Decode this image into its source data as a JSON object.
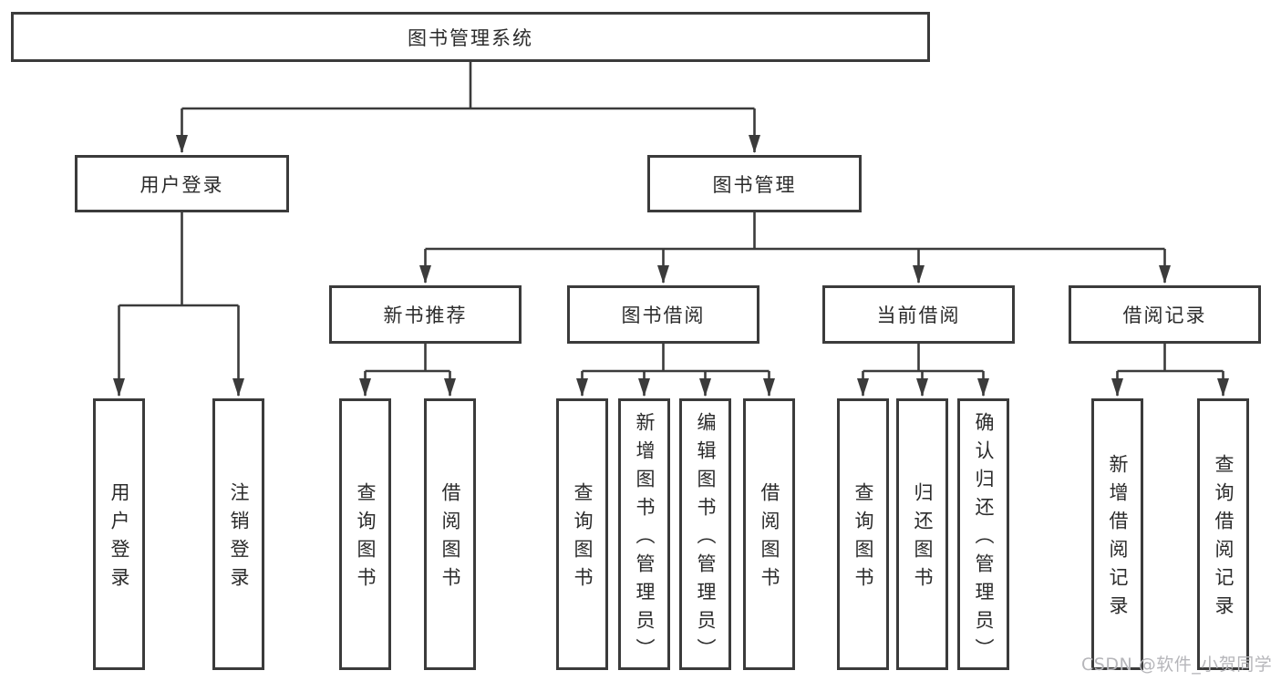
{
  "diagram": {
    "root": {
      "label": "图书管理系统"
    },
    "level2": [
      {
        "label": "用户登录"
      },
      {
        "label": "图书管理"
      }
    ],
    "level3": [
      {
        "label": "新书推荐",
        "parent": "图书管理"
      },
      {
        "label": "图书借阅",
        "parent": "图书管理"
      },
      {
        "label": "当前借阅",
        "parent": "图书管理"
      },
      {
        "label": "借阅记录",
        "parent": "图书管理"
      }
    ],
    "leaves": [
      {
        "label": "用户登录",
        "parent": "用户登录"
      },
      {
        "label": "注销登录",
        "parent": "用户登录"
      },
      {
        "label": "查询图书",
        "parent": "新书推荐"
      },
      {
        "label": "借阅图书",
        "parent": "新书推荐"
      },
      {
        "label": "查询图书",
        "parent": "图书借阅"
      },
      {
        "label": "新增图书（管理员）",
        "parent": "图书借阅"
      },
      {
        "label": "编辑图书（管理员）",
        "parent": "图书借阅"
      },
      {
        "label": "借阅图书",
        "parent": "图书借阅"
      },
      {
        "label": "查询图书",
        "parent": "当前借阅"
      },
      {
        "label": "归还图书",
        "parent": "当前借阅"
      },
      {
        "label": "确认归还（管理员）",
        "parent": "当前借阅"
      },
      {
        "label": "新增借阅记录",
        "parent": "借阅记录"
      },
      {
        "label": "查询借阅记录",
        "parent": "借阅记录"
      }
    ],
    "watermark": "CSDN @软件_小贺同学",
    "colors": {
      "line": "#3b3b3b",
      "text": "#2b2b2b",
      "watermark": "#b6b6ba",
      "background": "#ffffff"
    }
  }
}
